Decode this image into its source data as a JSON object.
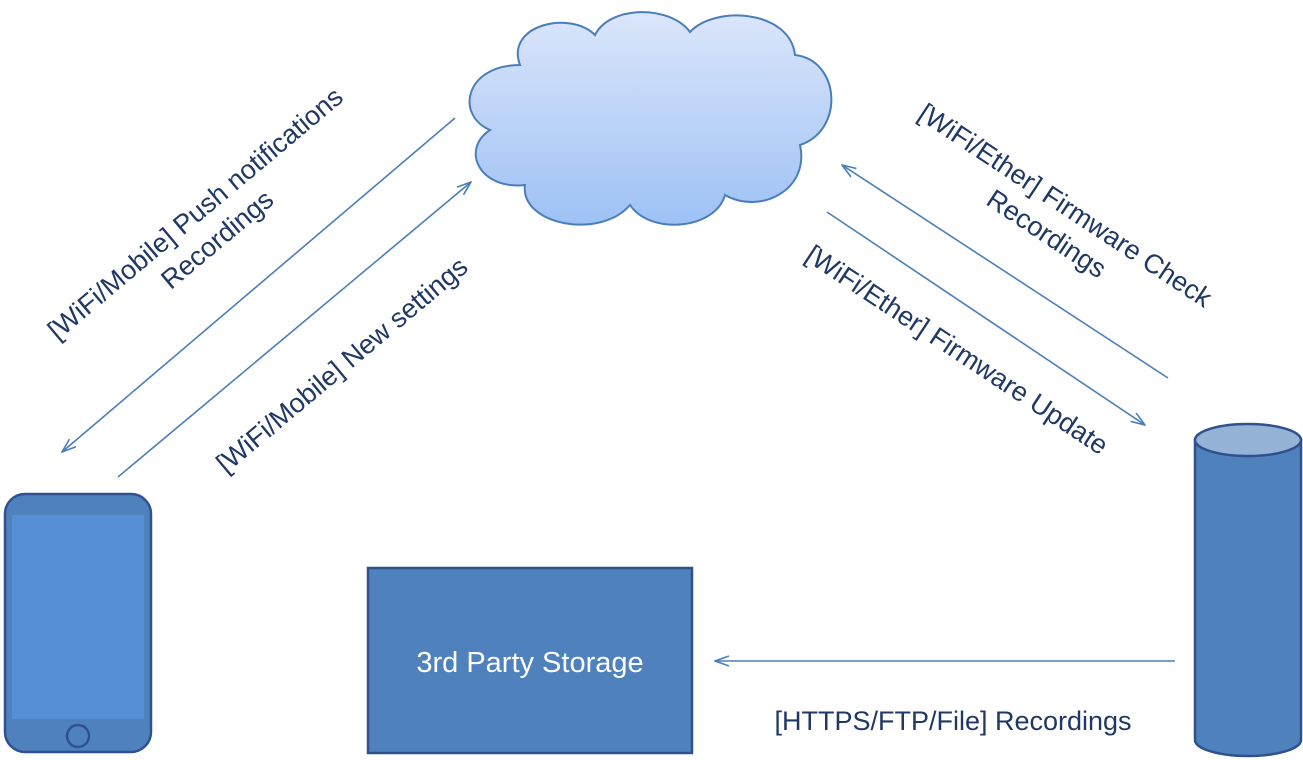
{
  "labels": {
    "push_line1": "[WiFi/Mobile] Push notifications",
    "push_line2": "Recordings",
    "new_settings": "[WiFi/Mobile] New settings",
    "fw_check_line1": "[WiFi/Ether] Firmware Check",
    "fw_check_line2": "Recordings",
    "fw_update": "[WiFi/Ether] Firmware Update",
    "storage_flow": "[HTTPS/FTP/File] Recordings"
  },
  "storage_box": {
    "label": "3rd Party Storage"
  },
  "colors": {
    "node_fill": "#4f81bd",
    "node_stroke": "#2f528f",
    "cloud_top": "#dbe6fb",
    "cloud_bottom": "#9ec1f5",
    "arrow": "#4a7ebb",
    "text": "#1f3864"
  }
}
